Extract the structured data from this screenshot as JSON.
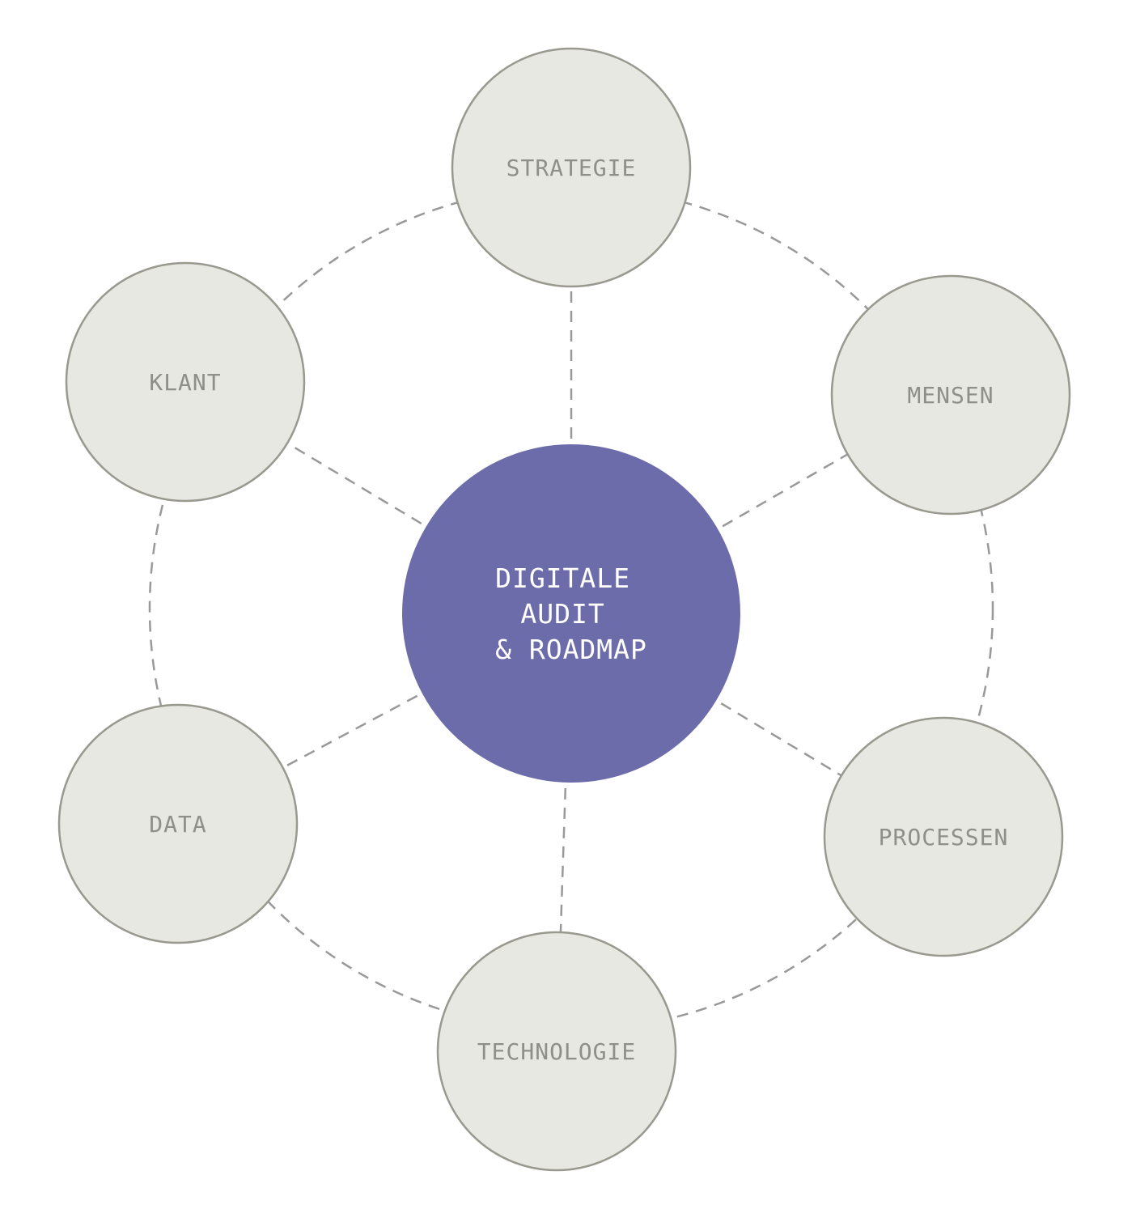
{
  "colors": {
    "hub_fill": "#6c6cab",
    "node_fill": "#e8e8e2",
    "node_stroke": "#999990",
    "node_text": "#8f8f8a",
    "dash": "#999999"
  },
  "hub": {
    "lines": [
      "DIGITALE",
      "AUDIT",
      "& ROADMAP"
    ]
  },
  "nodes": [
    {
      "id": "strategie",
      "label": "STRATEGIE"
    },
    {
      "id": "mensen",
      "label": "MENSEN"
    },
    {
      "id": "processen",
      "label": "PROCESSEN"
    },
    {
      "id": "technologie",
      "label": "TECHNOLOGIE"
    },
    {
      "id": "data",
      "label": "DATA"
    },
    {
      "id": "klant",
      "label": "KLANT"
    }
  ]
}
